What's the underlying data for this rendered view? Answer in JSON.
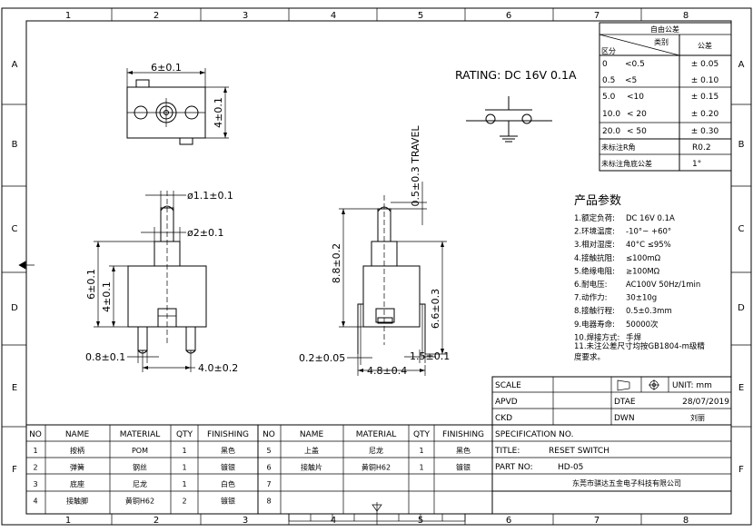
{
  "frame": {
    "top_cols": [
      "1",
      "2",
      "3",
      "4",
      "5",
      "6",
      "7",
      "8"
    ],
    "bottom_cols": [
      "1",
      "2",
      "3",
      "4",
      "5",
      "6",
      "7",
      "8"
    ],
    "left_rows": [
      "A",
      "B",
      "C",
      "D",
      "E",
      "F"
    ],
    "right_rows": [
      "A",
      "B",
      "C",
      "D",
      "E",
      "F"
    ]
  },
  "tolerance": {
    "title": "自由公差",
    "header_category": "类别",
    "header_range": "区分",
    "header_tolerance": "公差",
    "rows": [
      {
        "from": "0",
        "to": "<0.5",
        "tol": "± 0.05"
      },
      {
        "from": "0.5",
        "to": "<5",
        "tol": "± 0.10"
      },
      {
        "from": "5.0",
        "to": "<10",
        "tol": "± 0.15"
      },
      {
        "from": "10.0",
        "to": "< 20",
        "tol": "± 0.20"
      },
      {
        "from": "20.0",
        "to": "< 50",
        "tol": "± 0.30"
      }
    ],
    "radius_label": "未标注R角",
    "radius_value": "R0.2",
    "angle_label": "未标注角底公差",
    "angle_value": "1°"
  },
  "rating": "RATING: DC  16V  0.1A",
  "params": {
    "title": "产品参数",
    "items": [
      {
        "n": "1.",
        "k": "额定负荷:",
        "v": "DC  16V  0.1A"
      },
      {
        "n": "2.",
        "k": "环境温度:",
        "v": "-10°~ +60°"
      },
      {
        "n": "3.",
        "k": "相对湿度:",
        "v": "40°C  ≤95%"
      },
      {
        "n": "4.",
        "k": "接触抗阻:",
        "v": "≤100mΩ"
      },
      {
        "n": "5.",
        "k": "绝缘电阻:",
        "v": "≥100MΩ"
      },
      {
        "n": "6.",
        "k": "耐电压:",
        "v": "AC100V  50Hz/1min"
      },
      {
        "n": "7.",
        "k": "动作力:",
        "v": "30±10g"
      },
      {
        "n": "8.",
        "k": "接触行程:",
        "v": "0.5±0.3mm"
      },
      {
        "n": "9.",
        "k": "电器寿命:",
        "v": "50000次"
      },
      {
        "n": "10.",
        "k": "焊接方式:",
        "v": "手焊"
      }
    ],
    "note_line1": "11.未注公差尺寸均按GB1804-m级精",
    "note_line2": "度要求。"
  },
  "dims": {
    "top_w": "6±0.1",
    "top_h": "4±0.1",
    "pin_d": "ø1.1±0.1",
    "body_d": "ø2±0.1",
    "h6": "6±0.1",
    "h4": "4±0.1",
    "pin_w": "0.8±0.1",
    "pitch": "4.0±0.2",
    "travel": "0.5±0.3  TRAVEL",
    "h88": "8.8±0.2",
    "h66": "6.6±0.3",
    "t02": "0.2±0.05",
    "t15": "1.5±0.1",
    "w48": "4.8±0.4"
  },
  "title_block": {
    "scale_label": "SCALE",
    "unit": "UNIT: mm",
    "apvd": "APVD",
    "date_label": "DTAE",
    "date": "28/07/2019",
    "ckd": "CKD",
    "dwn": "DWN",
    "drawer": "刘丽",
    "spec": "SPECIFICATION NO.",
    "title_label": "TITLE:",
    "title": "RESET  SWITCH",
    "part_label": "PART NO:",
    "part": "HD-05",
    "company": "东莞市骐达五金电子科技有限公司"
  },
  "bom": {
    "headers": [
      "NO",
      "NAME",
      "MATERIAL",
      "QTY",
      "FINISHING",
      "NO",
      "NAME",
      "MATERIAL",
      "QTY",
      "FINISHING"
    ],
    "rows": [
      [
        "1",
        "按柄",
        "POM",
        "1",
        "黑色",
        "5",
        "上盖",
        "尼龙",
        "1",
        "黑色"
      ],
      [
        "2",
        "弹簧",
        "钢丝",
        "1",
        "镀银",
        "6",
        "接触片",
        "黄铜H62",
        "1",
        "镀银"
      ],
      [
        "3",
        "底座",
        "尼龙",
        "1",
        "白色",
        "7",
        "",
        "",
        "",
        ""
      ],
      [
        "4",
        "接触脚",
        "黄铜H62",
        "2",
        "镀银",
        "8",
        "",
        "",
        "",
        ""
      ]
    ]
  }
}
